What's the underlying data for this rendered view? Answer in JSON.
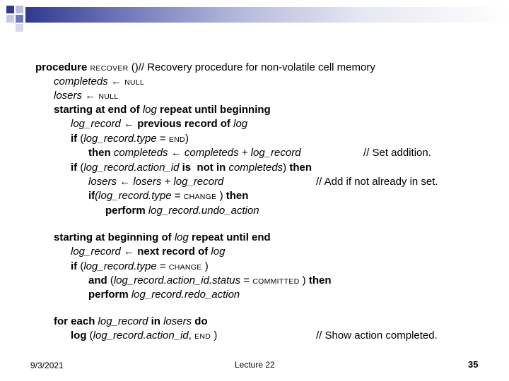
{
  "code": {
    "l1": {
      "kw": "procedure",
      "name": "RECOVER",
      "rest": " ()// Recovery procedure for non-volatile cell memory"
    },
    "l2": {
      "var": "completeds",
      "arrow": " ← ",
      "null": "NULL"
    },
    "l3": {
      "var": "losers",
      "arrow": " ← ",
      "null": "NULL"
    },
    "l4": {
      "kw1": "starting at end of ",
      "var": "log",
      "kw2": " repeat until beginning"
    },
    "l5": {
      "var": "log_record",
      "arrow": " ← ",
      "kw": "previous record of ",
      "var2": "log"
    },
    "l6": {
      "kw": "if",
      "p1": " (",
      "var": "log_record.type",
      "eq": " = ",
      "const": "END",
      "p2": ")"
    },
    "l7": {
      "kw": "then ",
      "expr": "completeds ← completeds + log_record",
      "comment": "// Set addition."
    },
    "l8": {
      "kw": "if",
      "p1": " (",
      "var": "log_record.action_id",
      "kw2": " is ",
      "kw3": " not in ",
      "var2": "completeds",
      "p2": ") ",
      "kw4": "then"
    },
    "l9": {
      "expr": "losers ← losers + log_record",
      "comment": "// Add if not already in set."
    },
    "l10": {
      "kw": "if",
      "p1": " (",
      "var": "(log_record.type",
      "eq": " = ",
      "const": "CHANGE",
      "p2": " ) ",
      "kw2": "then"
    },
    "l11": {
      "kw": "perform ",
      "var": "log_record.undo_action"
    },
    "l12": {
      "kw1": "starting at beginning of ",
      "var": "log",
      "kw2": " repeat until end"
    },
    "l13": {
      "var": "log_record",
      "arrow": " ← ",
      "kw": "next record of ",
      "var2": "log"
    },
    "l14": {
      "kw": "if",
      "p1": " (",
      "var": "log_record.type",
      "eq": " = ",
      "const": "CHANGE",
      "p2": " )"
    },
    "l15": {
      "kw": "and",
      "p1": " (",
      "var": "log_record.action_id.status",
      "eq": " = ",
      "const": "COMMITTED",
      "p2": " ) ",
      "kw2": "then"
    },
    "l16": {
      "kw": "perform ",
      "var": "log_record.redo_action"
    },
    "l17": {
      "kw": "for each ",
      "var": "log_record",
      "kw2": " in ",
      "var2": "losers",
      "kw3": " do"
    },
    "l18": {
      "kw": "log",
      "p1": " (",
      "var": "log_record.action_id",
      "comma": ", ",
      "const": "END",
      "p2": " )",
      "comment": "// Show action completed."
    }
  },
  "footer": {
    "date": "9/3/2021",
    "title": "Lecture 22",
    "page": "35"
  }
}
